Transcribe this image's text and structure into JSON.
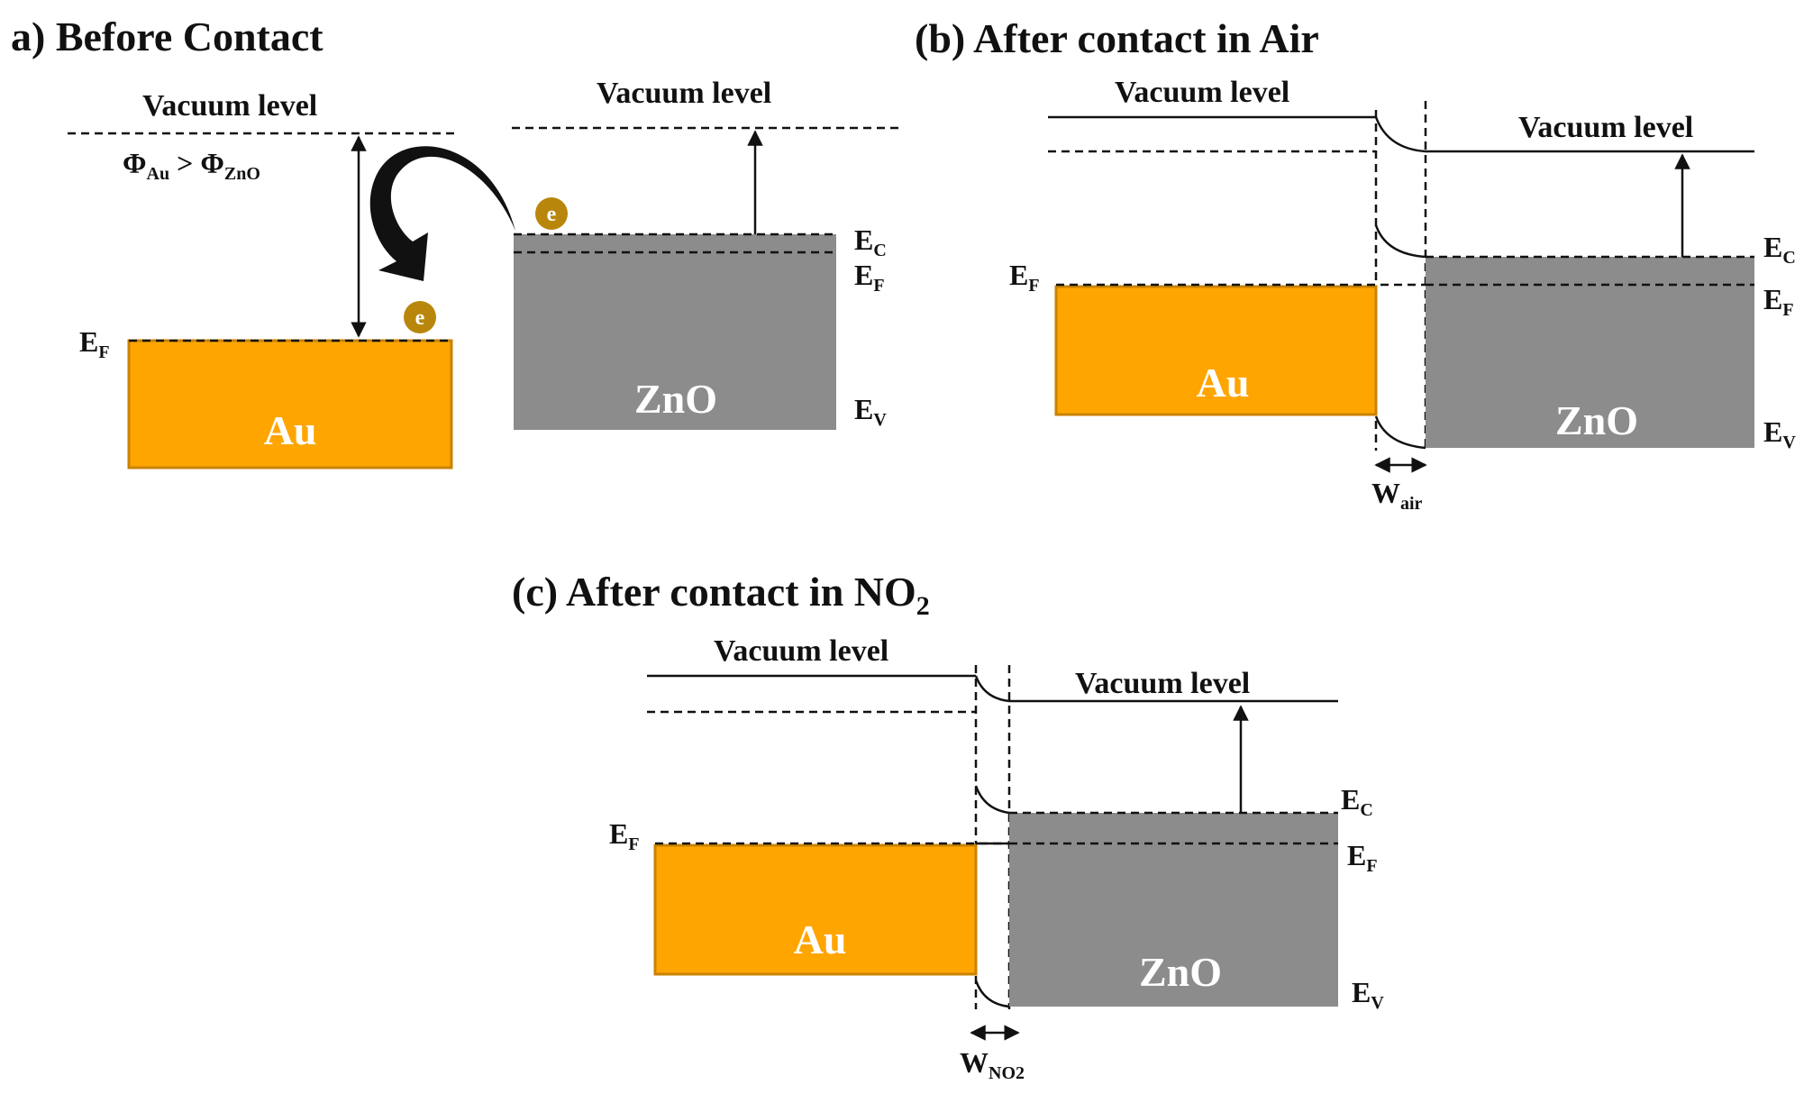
{
  "panels": {
    "a": {
      "title": "a) Before Contact",
      "vacuum_left": "Vacuum level",
      "vacuum_right": "Vacuum level",
      "phi_main": "Φ",
      "phi_sub_au": "Au",
      "phi_op": " > Φ",
      "phi_sub_zno": "ZnO",
      "ef_main": "E",
      "ef_sub": "F",
      "ec_main": "E",
      "ec_sub": "C",
      "ef2_main": "E",
      "ef2_sub": "F",
      "ev_main": "E",
      "ev_sub": "V",
      "au_label": "Au",
      "zno_label": "ZnO",
      "electron_1": "e",
      "electron_2": "e"
    },
    "b": {
      "title": "(b) After contact in Air",
      "vacuum_left": "Vacuum level",
      "vacuum_right": "Vacuum level",
      "ef_main": "E",
      "ef_sub": "F",
      "ec_main": "E",
      "ec_sub": "C",
      "ef2_main": "E",
      "ef2_sub": "F",
      "ev_main": "E",
      "ev_sub": "V",
      "au_label": "Au",
      "zno_label": "ZnO",
      "w_main": "W",
      "w_sub": "air"
    },
    "c": {
      "title_main": "(c) After contact in NO",
      "title_sub": "2",
      "vacuum_left": "Vacuum level",
      "vacuum_right": "Vacuum level",
      "ef_main": "E",
      "ef_sub": "F",
      "ec_main": "E",
      "ec_sub": "C",
      "ef2_main": "E",
      "ef2_sub": "F",
      "ev_main": "E",
      "ev_sub": "V",
      "au_label": "Au",
      "zno_label": "ZnO",
      "w_main": "W",
      "w_sub": "NO2"
    }
  },
  "colors": {
    "au_fill": "#FFA500",
    "zno_fill": "#8C8C8C",
    "electron": "#B8860B",
    "line": "#111111"
  }
}
